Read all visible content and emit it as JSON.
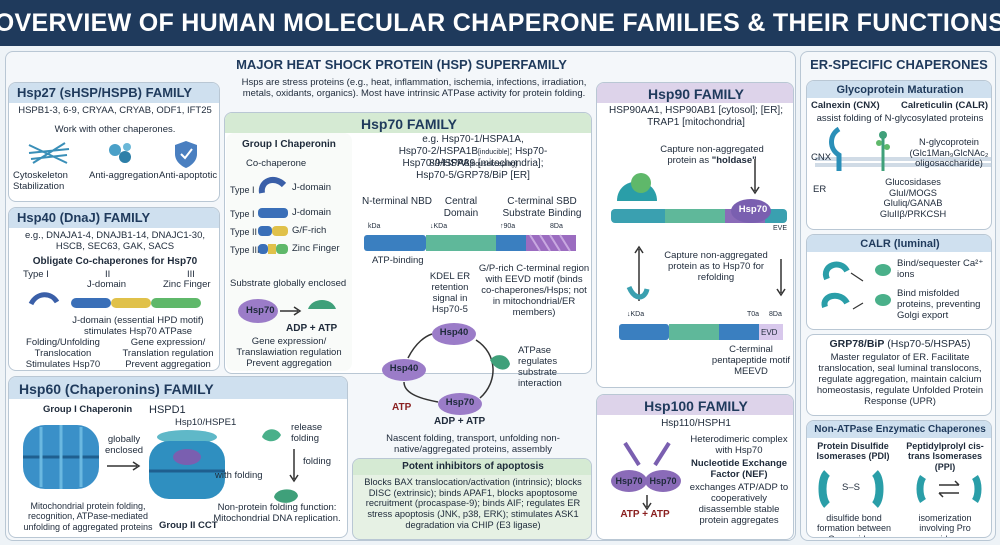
{
  "header": {
    "title": "OVERVIEW OF HUMAN MOLECULAR CHAPERONE FAMILIES & THEIR FUNCTIONS"
  },
  "hsp_superfamily": {
    "title": "MAJOR HEAT SHOCK PROTEIN (HSP) SUPERFAMILY",
    "desc": "Hsps are stress proteins (e.g., heat, inflammation, ischemia, infections, irradiation, metals, oxidants, organics). Most have intrinsic ATPase activity for protein folding."
  },
  "hsp27": {
    "title": "Hsp27 (sHSP/HSPB) FAMILY",
    "members": "HSPB1-3, 6-9, CRYAA, CRYAB, ODF1, IFT25",
    "note": "Work with other chaperones.",
    "f1": "Cytoskeleton Stabilization",
    "f2": "Anti-aggregation",
    "f3": "Anti-apoptotic"
  },
  "hsp40": {
    "title": "Hsp40 (DnaJ) FAMILY",
    "members": "e.g., DNAJA1-4, DNAJB1-14, DNAJC1-30, HSCB, SEC63, GAK, SACS",
    "subtitle": "Obligate Co-chaperones for Hsp70",
    "type1": "Type I",
    "type2": "II",
    "type3": "III",
    "jdomain": "J-domain",
    "zinc": "Zinc Finger",
    "jdesc": "J-domain (essential HPD motif) stimulates Hsp70 ATPase",
    "left": "Folding/Unfolding Translocation Stimulates Hsp70 ATPase",
    "right": "Gene expression/ Translation regulation Prevent aggregation"
  },
  "hsp60": {
    "title": "Hsp60 (Chaperonins) FAMILY",
    "group1": "Group I Chaperonin",
    "hspd1": "HSPD1",
    "hsp10": "Hsp10/HSPE1",
    "globally": "globally enclosed",
    "release": "release folding",
    "folding": "folding",
    "withfolding": "with folding",
    "mito": "Mitochondrial protein folding, recognition, ATPase-mediated unfolding of aggregated proteins",
    "group2": "Group II CCT",
    "nonfold": "Non-protein folding function: Mitochondrial DNA replication."
  },
  "hsp70": {
    "title": "Hsp70 FAMILY",
    "group1": "Group I Chaperonin",
    "cochap": "Co-chaperone",
    "t1": "Type I",
    "t1l": "J-domain",
    "t2": "Type I",
    "t2l": "J-domain",
    "t3": "Type II",
    "t3l": "G/F-rich",
    "t4": "Type III",
    "t4l": "Zinc Finger",
    "substrate": "Substrate globally enclosed",
    "hsp70": "Hsp70",
    "adp": "ADP + ATP",
    "gene": "Gene expression/ Translawiation regulation Prevent aggregation",
    "members1": "e.g. Hsp70-1/HSPA1A,",
    "members2": "Hsp70-2/HSPA1B",
    "members2s": "[inducible]",
    "members2b": "; Hsp70-8/HSPA8",
    "members2bs": "[housekeeping]",
    "members3": "Hsp70-9/HSPA9 [mitochondria];",
    "members4": "Hsp70-5/GRP78/BiP [ER]",
    "nbd": "N-terminal NBD",
    "central": "Central Domain",
    "sbd": "C-terminal SBD Substrate Binding",
    "kda1": "kDa",
    "kda2": "↓KDa",
    "kda3": "↑90a",
    "kda4": "8Da",
    "atpbinding": "ATP-binding",
    "kdel": "KDEL ER retention signal in Hsp70-5",
    "gprich": "G/P-rich C-terminal region with EEVD motif (binds co-chaperones/Hsps; not in mitochondrial/ER members)",
    "cyc_top": "Hsp40",
    "cyc_left": "Hsp40",
    "cyc_bottom": "Hsp70",
    "atp": "ATP",
    "adpatp": "ADP + ATP",
    "atpase": "ATPase regulates substrate interaction",
    "nascent": "Nascent folding, transport, unfolding non-native/aggregated proteins, assembly",
    "inhib_title": "Potent inhibitors of apoptosis",
    "inhib": "Blocks BAX translocation/activation (intrinsic); blocks DISC (extrinsic); binds APAF1, blocks apoptosome recruitment (procaspase-9); binds AIF; regulates ER stress apoptosis (JNK, p38, ERK); stimulates ASK1 degradation via CHIP (E3 ligase)"
  },
  "hsp90": {
    "title": "Hsp90 FAMILY",
    "members": "HSP90AA1, HSP90AB1 [cytosol]; [ER]; TRAP1 [mitochondria]",
    "capture1": "Capture non-aggregated protein as",
    "holdase": "\"holdase\"",
    "hsp70": "Hsp70",
    "eve": "EVE",
    "capture2": "Capture non-aggregated protein as to Hsp70 for refolding",
    "kda1": "↓KDa",
    "kda2": "T0a",
    "kda3": "8Da",
    "evd": "EVD",
    "cterm": "C-terminal pentapeptide motif MEEVD"
  },
  "hsp100": {
    "title": "Hsp100 FAMILY",
    "members": "Hsp110/HSPH1",
    "hetero": "Heterodimeric complex with Hsp70",
    "hsp70a": "Hsp70",
    "hsp70b": "Hsp70",
    "nef_title": "Nucleotide Exchange Factor (NEF)",
    "nef": "exchanges ATP/ADP to cooperatively disassemble stable protein aggregates",
    "atp": "ATP + ATP"
  },
  "er": {
    "title": "ER-SPECIFIC CHAPERONES",
    "glyco_title": "Glycoprotein Maturation",
    "cnx": "Calnexin (CNX)",
    "calr": "Calreticulin (CALR)",
    "assist": "assist folding of N-glycosylated proteins",
    "cnx_l": "CNX",
    "er_l": "ER",
    "nglycan": "N-glycoprotein (Glc1Man₉GlcNAc₂ oligosaccharide)",
    "glucosidases": "Glucosidases GluI/MOGS Gluliq/GANAB GluIIβ/PRKCSH",
    "calr_title": "CALR (luminal)",
    "calr1": "Bind/sequester Ca²⁺ ions",
    "calr2": "Bind misfolded proteins, preventing Golgi export",
    "grp_title": "GRP78/BiP",
    "grp_title2": "(Hsp70-5/HSPA5)",
    "grp": "Master regulator of ER. Facilitate translocation, seal luminal translocons, regulate aggregation, maintain calcium homeostasis, regulate Unfolded Protein Response (UPR)",
    "nonatp_title": "Non-ATPase Enzymatic Chaperones",
    "pdi_title": "Protein Disulfide Isomerases (PDI)",
    "ppi_title": "Peptidylprolyl cis-trans Isomerases (PPI)",
    "ss": "S–S",
    "pdi": "disulfide bond formation between Cys residues",
    "ppi": "isomerization involving Pro residues"
  },
  "colors": {
    "navy": "#1f3a5c",
    "blue_band": "#cfe0ef",
    "green_band": "#d5ead3",
    "purple_band": "#ddd3ea",
    "hsp70_purple": "#8a6bb8",
    "teal": "#2f9fa8"
  }
}
